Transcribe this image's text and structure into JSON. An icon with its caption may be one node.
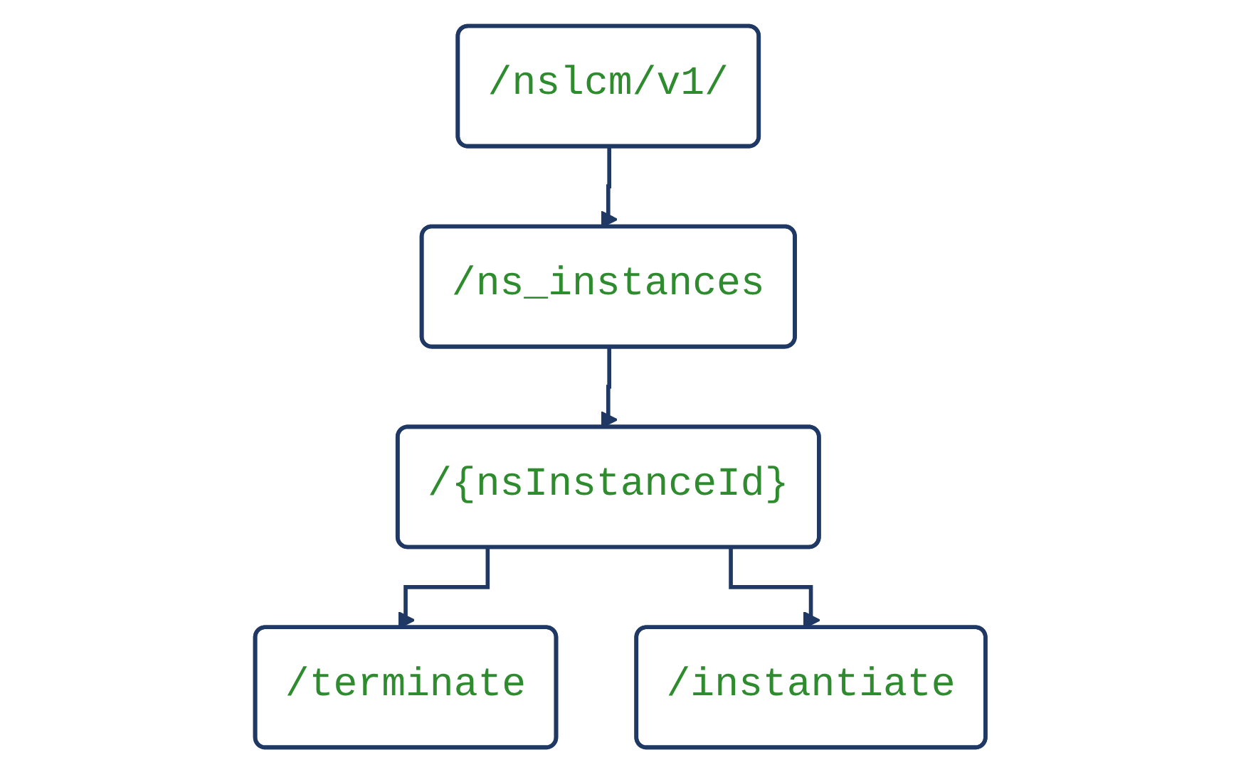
{
  "diagram": {
    "nodes": [
      {
        "text": [
          "/nslcm/v1/"
        ]
      },
      {
        "text": [
          "/ns_instances"
        ]
      },
      {
        "text": [
          "/{nsInstanceId}"
        ]
      },
      {
        "text": [
          "/terminate"
        ]
      },
      {
        "text": [
          "/instantiate"
        ]
      }
    ],
    "edges": [
      {
        "from": 0,
        "to": 1,
        "arrow": "to"
      },
      {
        "from": 1,
        "to": 2,
        "arrow": "to"
      },
      {
        "from": 2,
        "to": 3,
        "arrow": "to"
      },
      {
        "from": 2,
        "to": 4,
        "arrow": "to"
      }
    ]
  }
}
